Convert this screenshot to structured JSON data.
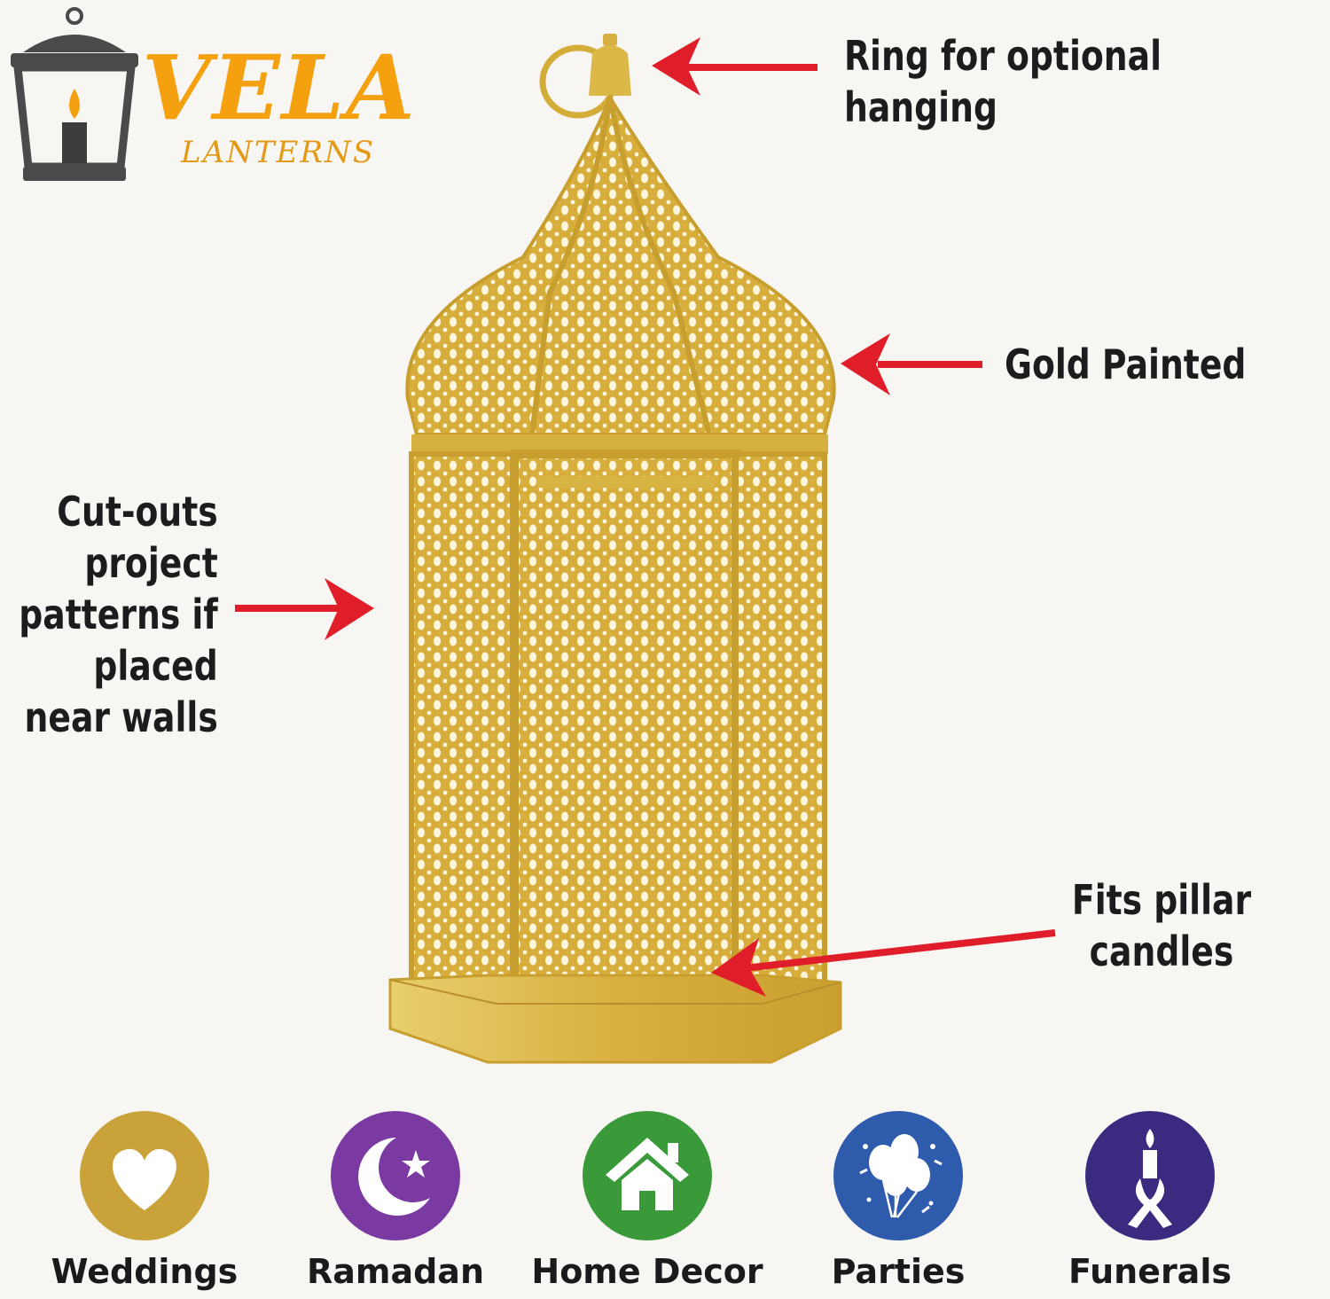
{
  "brand": {
    "name": "VELA",
    "tagline": "LANTERNS"
  },
  "callouts": {
    "ring": [
      "Ring for optional",
      "hanging"
    ],
    "gold": [
      "Gold Painted"
    ],
    "cutouts": [
      "Cut-outs",
      "project",
      "patterns if",
      "placed",
      "near walls"
    ],
    "fits": [
      "Fits pillar",
      "candles"
    ]
  },
  "uses": [
    {
      "label": "Weddings",
      "icon": "heart-icon",
      "color": "#c9a23a"
    },
    {
      "label": "Ramadan",
      "icon": "crescent-star-icon",
      "color": "#7a3aa1"
    },
    {
      "label": "Home Decor",
      "icon": "house-icon",
      "color": "#3a9a3a"
    },
    {
      "label": "Parties",
      "icon": "balloons-icon",
      "color": "#2e5bab"
    },
    {
      "label": "Funerals",
      "icon": "candle-ribbon-icon",
      "color": "#3b2a80"
    }
  ],
  "colors": {
    "gold": "#d9b43a",
    "arrow": "#e01e2a"
  }
}
